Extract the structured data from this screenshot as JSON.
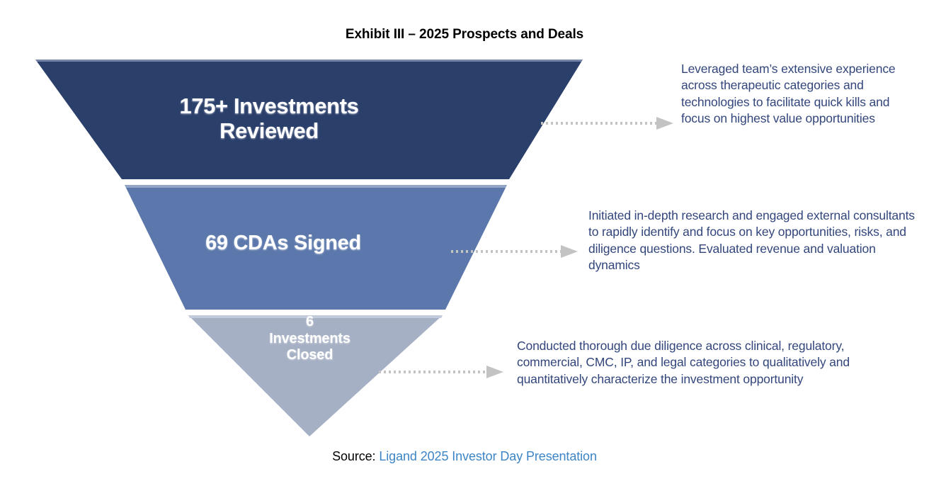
{
  "title": "Exhibit III – 2025 Prospects and Deals",
  "colors": {
    "tier1": "#2b3f6b",
    "tier2": "#5b77ab",
    "tier3": "#a6b0c4",
    "tier2_top_edge": "#93a5c6",
    "tier3_top_edge": "#c2cadb",
    "note_text": "#33467c",
    "arrow": "#c3c3c3",
    "source_link": "#3d85c6",
    "background": "#ffffff"
  },
  "funnel": {
    "tiers": [
      {
        "id": "tier-1",
        "label": "175+ Investments\nReviewed",
        "value": 175,
        "value_suffix": "+",
        "metric": "Investments Reviewed",
        "fill": "#2b3f6b",
        "note": "Leveraged team’s extensive experience across therapeutic categories and technologies to facilitate quick kills and focus on highest value opportunities"
      },
      {
        "id": "tier-2",
        "label": "69 CDAs Signed",
        "value": 69,
        "value_suffix": "",
        "metric": "CDAs Signed",
        "fill": "#5b77ab",
        "note": "Initiated in-depth research and engaged external consultants to rapidly identify and focus on key opportunities, risks, and diligence questions. Evaluated revenue and valuation dynamics"
      },
      {
        "id": "tier-3",
        "label": "6\nInvestments\nClosed",
        "value": 6,
        "value_suffix": "",
        "metric": "Investments Closed",
        "fill": "#a6b0c4",
        "note": "Conducted thorough due diligence across clinical, regulatory, commercial, CMC, IP, and legal categories to qualitatively and quantitatively characterize the investment opportunity"
      }
    ]
  },
  "source": {
    "prefix": "Source:",
    "link_text": "Ligand 2025 Investor Day Presentation"
  },
  "chart_data": {
    "type": "funnel",
    "title": "Exhibit III – 2025 Prospects and Deals",
    "categories": [
      "175+ Investments Reviewed",
      "69 CDAs Signed",
      "6 Investments Closed"
    ],
    "values": [
      175,
      69,
      6
    ],
    "value_labels": [
      "175+",
      "69",
      "6"
    ],
    "series": [
      {
        "name": "2025 Prospects and Deals",
        "values": [
          175,
          69,
          6
        ]
      }
    ],
    "annotations": [
      "Leveraged team’s extensive experience across therapeutic categories and technologies to facilitate quick kills and focus on highest value opportunities",
      "Initiated in-depth research and engaged external consultants to rapidly identify and focus on key opportunities, risks, and diligence questions. Evaluated revenue and valuation dynamics",
      "Conducted thorough due diligence across clinical, regulatory, commercial, CMC, IP, and legal categories to qualitatively and quantitatively characterize the investment opportunity"
    ],
    "colors": [
      "#2b3f6b",
      "#5b77ab",
      "#a6b0c4"
    ],
    "xlabel": "",
    "ylabel": "",
    "grid": false,
    "legend": "none"
  }
}
